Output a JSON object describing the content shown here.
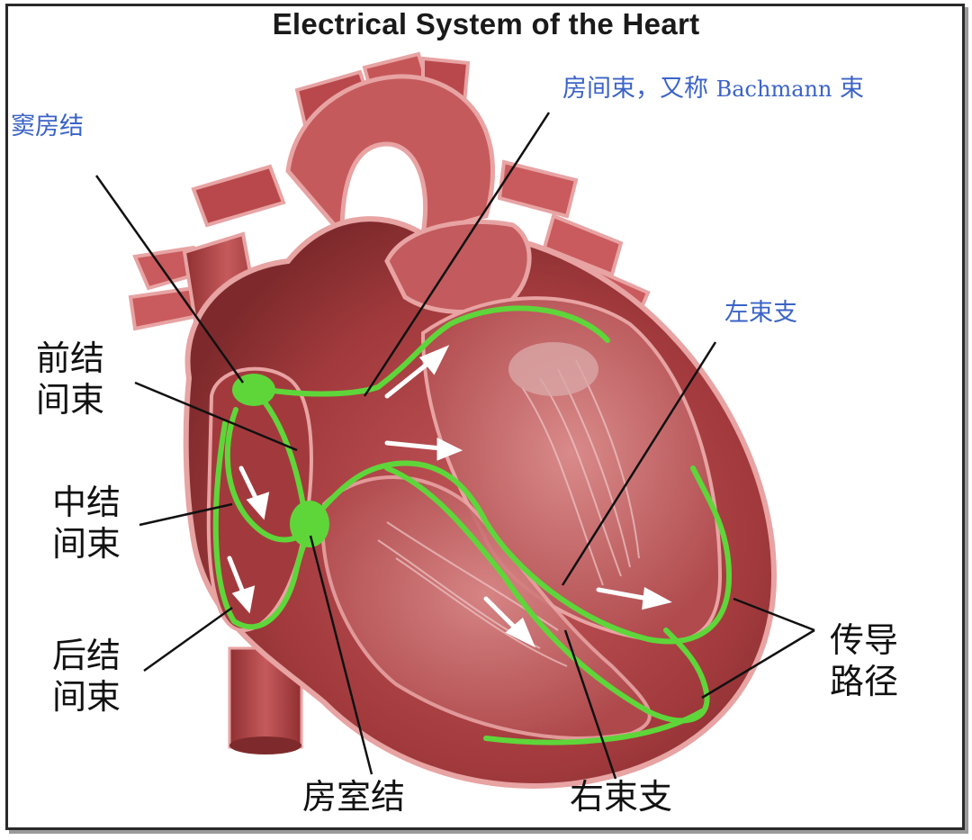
{
  "title": "Electrical System of the Heart",
  "labels": {
    "sa_node": "窦房结",
    "bachmann_prefix": "房间束，又称 ",
    "bachmann_latin": "Bachmann",
    "bachmann_suffix": " 束",
    "left_bundle": "左束支",
    "anterior_line1": "前结",
    "anterior_line2": "间束",
    "middle_line1": "中结",
    "middle_line2": "间束",
    "posterior_line1": "后结",
    "posterior_line2": "间束",
    "pathway_line1": "传导",
    "pathway_line2": "路径",
    "av_node": "房室结",
    "right_bundle": "右束支"
  },
  "colors": {
    "heart_wall": "#a83a3e",
    "heart_inner": "#c96064",
    "heart_light": "#e59a99",
    "conduction": "#5ed63a",
    "label_blue": "#3b63c7",
    "leader": "#111111"
  }
}
